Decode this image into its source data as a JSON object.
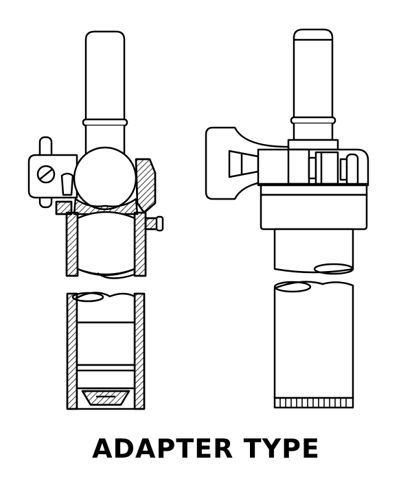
{
  "caption": "ADAPTER TYPE",
  "figure": {
    "left_view": "adapter-sectional-view",
    "right_view": "adapter-exterior-view"
  },
  "colors": {
    "line": "#000000",
    "background": "#ffffff"
  }
}
